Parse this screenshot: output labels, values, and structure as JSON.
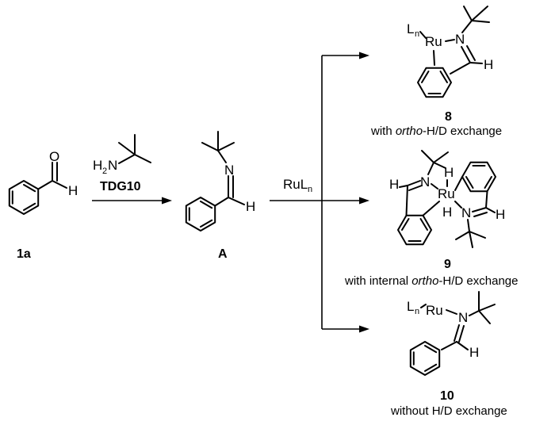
{
  "reagents": {
    "amine": "H2N",
    "amine_main": "H",
    "amine_sub": "2",
    "amine_n": "N",
    "tdg": "TDG10",
    "catalyst_main": "RuL",
    "catalyst_sub": "n"
  },
  "compounds": {
    "c1a": {
      "label": "1a",
      "o": "O",
      "h": "H"
    },
    "cA": {
      "label": "A",
      "n": "N",
      "h": "H"
    },
    "c8": {
      "label": "8",
      "ligand_main": "L",
      "ligand_sub": "n",
      "ru": "Ru",
      "n": "N",
      "h": "H",
      "caption_pre": "with ",
      "caption_it": "ortho",
      "caption_post": "-H/D exchange"
    },
    "c9": {
      "label": "9",
      "h_left": "H",
      "n_top": "N",
      "ru": "Ru",
      "h_ru_top": "H",
      "h_ru_bottom": "H",
      "n_bottom": "N",
      "h_right": "H",
      "caption_pre": "with internal ",
      "caption_it": "ortho",
      "caption_post": "-H/D exchange"
    },
    "c10": {
      "label": "10",
      "ligand_main": "L",
      "ligand_sub": "n",
      "ru": "Ru",
      "n": "N",
      "h": "H",
      "caption": "without H/D exchange"
    }
  }
}
